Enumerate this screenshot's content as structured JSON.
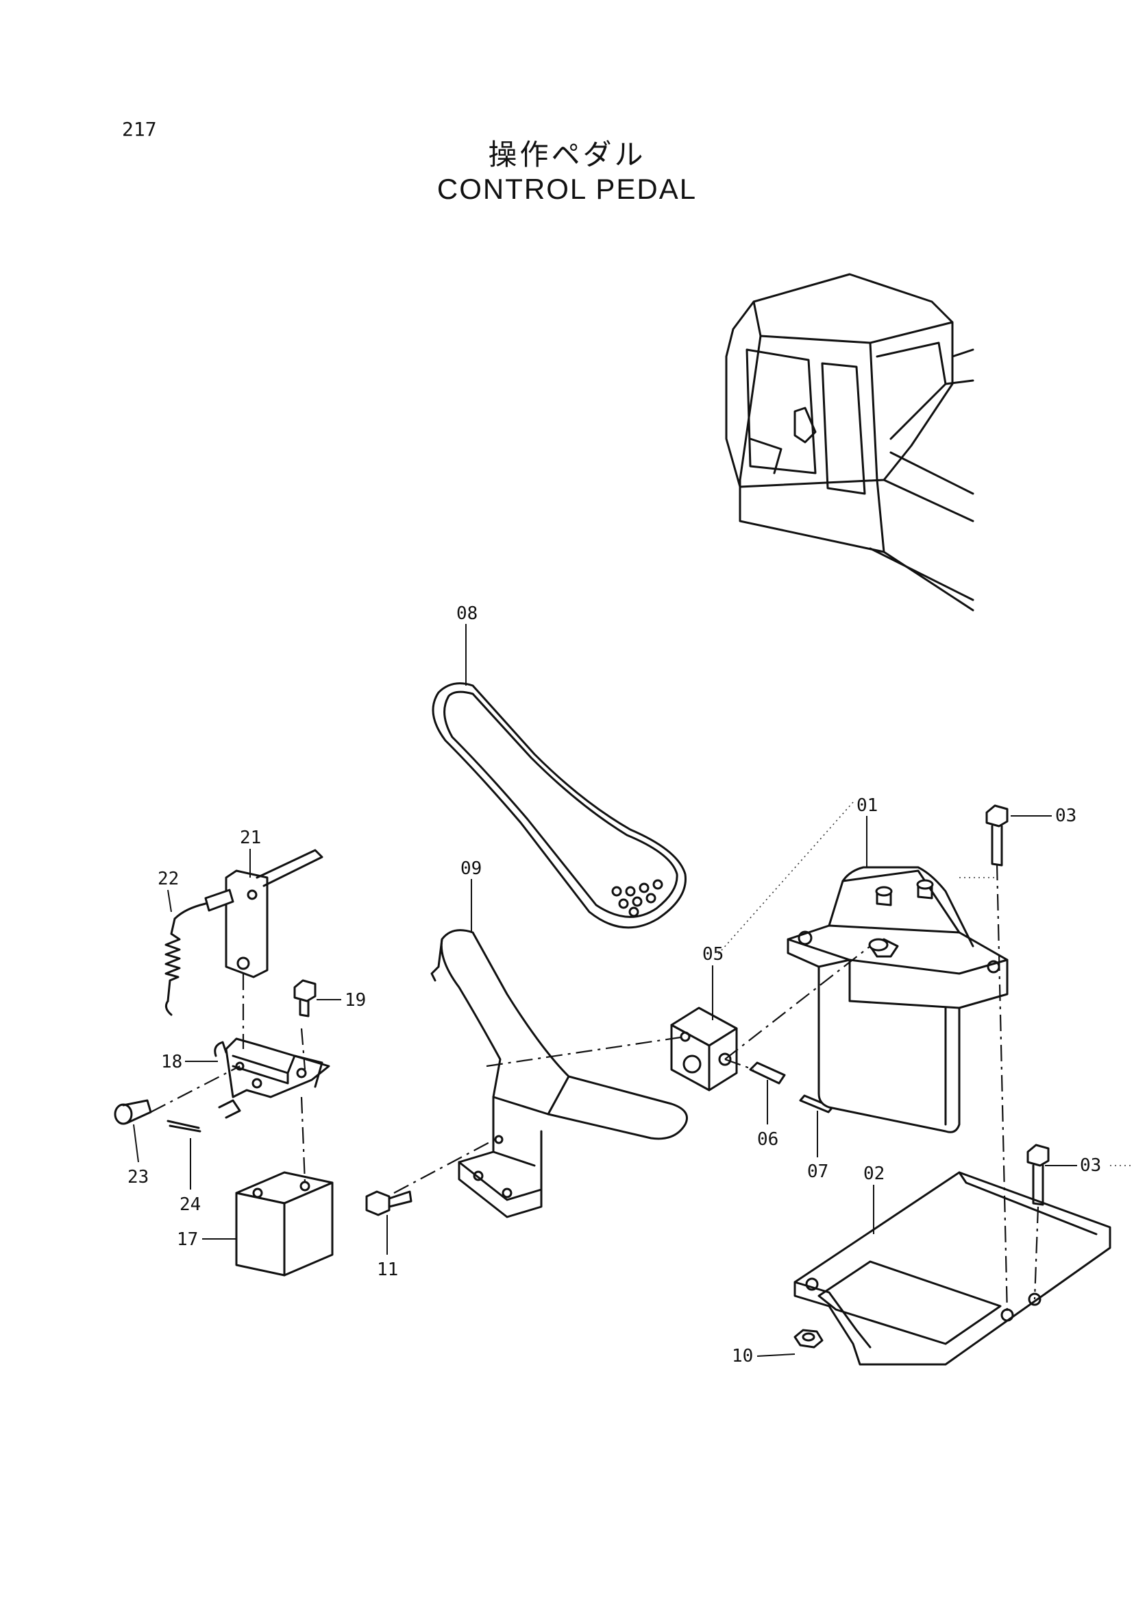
{
  "page_number": "217",
  "title_jp": "操作ペダル",
  "title_en": "CONTROL PEDAL",
  "callouts": {
    "p01": "01",
    "p02": "02",
    "p03a": "03",
    "p03b": "03",
    "p05": "05",
    "p06": "06",
    "p07": "07",
    "p08": "08",
    "p09": "09",
    "p10": "10",
    "p11": "11",
    "p17": "17",
    "p18": "18",
    "p19": "19",
    "p21": "21",
    "p22": "22",
    "p23": "23",
    "p24": "24"
  }
}
